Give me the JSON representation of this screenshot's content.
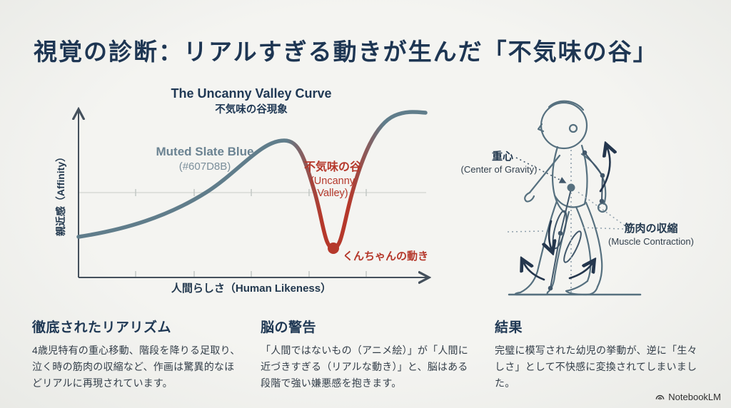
{
  "page": {
    "title": "視覚の診断：リアルすぎる動きが生んだ「不気味の谷」"
  },
  "chart": {
    "title": "The Uncanny Valley Curve",
    "subtitle": "不気味の谷現象",
    "curve_color_label": "Muted Slate Blue",
    "curve_color_hex": "(#607D8B)",
    "valley_label_ja": "不気味の谷",
    "valley_label_en_line1": "(Uncanny",
    "valley_label_en_line2": "Valley)",
    "valley_point_label": "くんちゃんの動き",
    "y_axis_label": "親近感（Affinity）",
    "x_axis_label": "人間らしさ（Human Likeness）",
    "curve_hex": "#607D8B",
    "valley_hex": "#B5382B"
  },
  "chart_data": {
    "type": "line",
    "title": "The Uncanny Valley Curve",
    "subtitle": "不気味の谷現象",
    "xlabel": "人間らしさ（Human Likeness）",
    "ylabel": "親近感（Affinity）",
    "x_range_normalized": [
      0,
      100
    ],
    "y_range_normalized": [
      0,
      1
    ],
    "grid": "single horizontal midline at y=0.51 with 5 x-ticks",
    "legend": "none",
    "series": [
      {
        "name": "affinity-curve",
        "color": "#607D8B",
        "valley_segment_color": "#B5382B",
        "points_normalized": [
          [
            0,
            0.24
          ],
          [
            18,
            0.3
          ],
          [
            33,
            0.43
          ],
          [
            47,
            0.63
          ],
          [
            59,
            0.8
          ],
          [
            66,
            0.82
          ],
          [
            70,
            0.55
          ],
          [
            73,
            0.18
          ],
          [
            76,
            0.55
          ],
          [
            81,
            0.8
          ],
          [
            90,
            0.96
          ],
          [
            100,
            0.99
          ]
        ]
      }
    ],
    "annotations": [
      {
        "text": "Muted Slate Blue (#607D8B)",
        "color": "#6B8392",
        "points_to": "curve"
      },
      {
        "text": "不気味の谷 (Uncanny Valley)",
        "color": "#B5382B",
        "x_normalized": 73
      },
      {
        "text": "くんちゃんの動き",
        "color": "#B5382B",
        "type": "point-label",
        "x_normalized": 73,
        "y_normalized": 0.18
      }
    ]
  },
  "figure": {
    "cog_label_ja": "重心",
    "cog_label_en": "(Center of Gravity)",
    "muscle_label_ja": "筋肉の収縮",
    "muscle_label_en": "(Muscle Contraction)"
  },
  "sections": [
    {
      "heading": "徹底されたリアリズム",
      "body": "4歳児特有の重心移動、階段を降りる足取り、泣く時の筋肉の収縮など、作画は驚異的なほどリアルに再現されています。"
    },
    {
      "heading": "脳の警告",
      "body": "「人間ではないもの（アニメ絵）」が「人間に近づきすぎる（リアルな動き）」と、脳はある段階で強い嫌悪感を抱きます。"
    },
    {
      "heading": "結果",
      "body": "完璧に模写された幼児の挙動が、逆に「生々しさ」として不快感に変換されてしまいました。"
    }
  ],
  "footer": {
    "brand": "NotebookLM"
  }
}
